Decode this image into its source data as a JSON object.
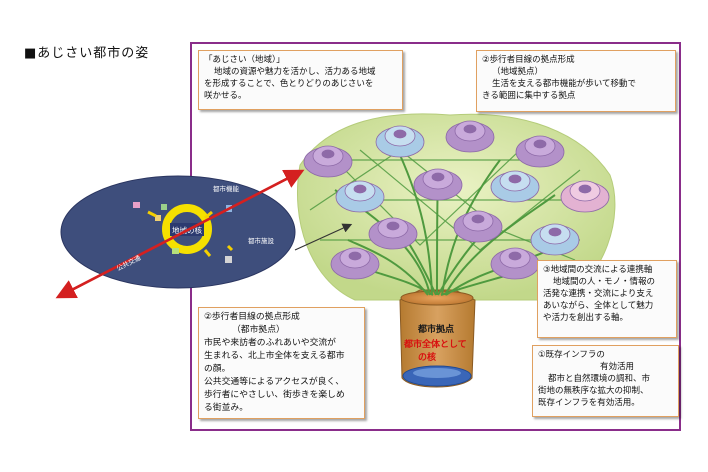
{
  "page_title": "■あじさい都市の姿",
  "boxes": {
    "ajisai": {
      "title": "「あじさい（地域）」",
      "lines": [
        "地域の資源や魅力を活かし、活力ある地域",
        "を形成することで、色とりどりのあじさいを",
        "咲かせる。"
      ]
    },
    "area_hub": {
      "title": "②歩行者目線の拠点形成",
      "subtitle": "（地域拠点）",
      "lines": [
        "生活を支える都市機能が歩いて移動で",
        "きる範囲に集中する拠点"
      ]
    },
    "axis": {
      "title": "③地域間の交流による連携軸",
      "lines": [
        "地域間の人・モノ・情報の",
        "活発な連携・交流により支え",
        "あいながら、全体として魅力",
        "や活力を創出する軸。"
      ]
    },
    "city_hub": {
      "title": "②歩行者目線の拠点形成",
      "subtitle": "（都市拠点）",
      "lines": [
        "市民や来訪者のふれあいや交流が",
        "生まれる、北上市全体を支える都市",
        "の顔。",
        "公共交通等によるアクセスが良く、",
        "歩行者にやさしい、街歩きを楽しめ",
        "る街並み。"
      ]
    },
    "infra": {
      "title": "①既存インフラの",
      "subtitle": "有効活用",
      "lines": [
        "都市と自然環境の調和、市",
        "街地の無秩序な拡大の抑制、",
        "既存インフラを有効活用。"
      ]
    }
  },
  "inset": {
    "label_function": "都市機能",
    "label_core": "地域の核",
    "label_facility": "都市施設",
    "label_transit": "公共交通"
  },
  "trunk": {
    "label_hub": "都市拠点",
    "label_core_line1": "都市全体として",
    "label_core_line2": "の核"
  },
  "colors": {
    "frame": "#8a2d8a",
    "arrow": "#d42020",
    "inset_fill": "#3e4e7c",
    "ring": "#f5e000",
    "trunk": "#c88a3c",
    "trunk_text": "#d81010",
    "canopy": "#cfe09a",
    "flower_purple": "#b391c9",
    "flower_blue": "#a9cbe6",
    "flower_pink": "#e3b2d2",
    "branch": "#4f9a3f"
  }
}
